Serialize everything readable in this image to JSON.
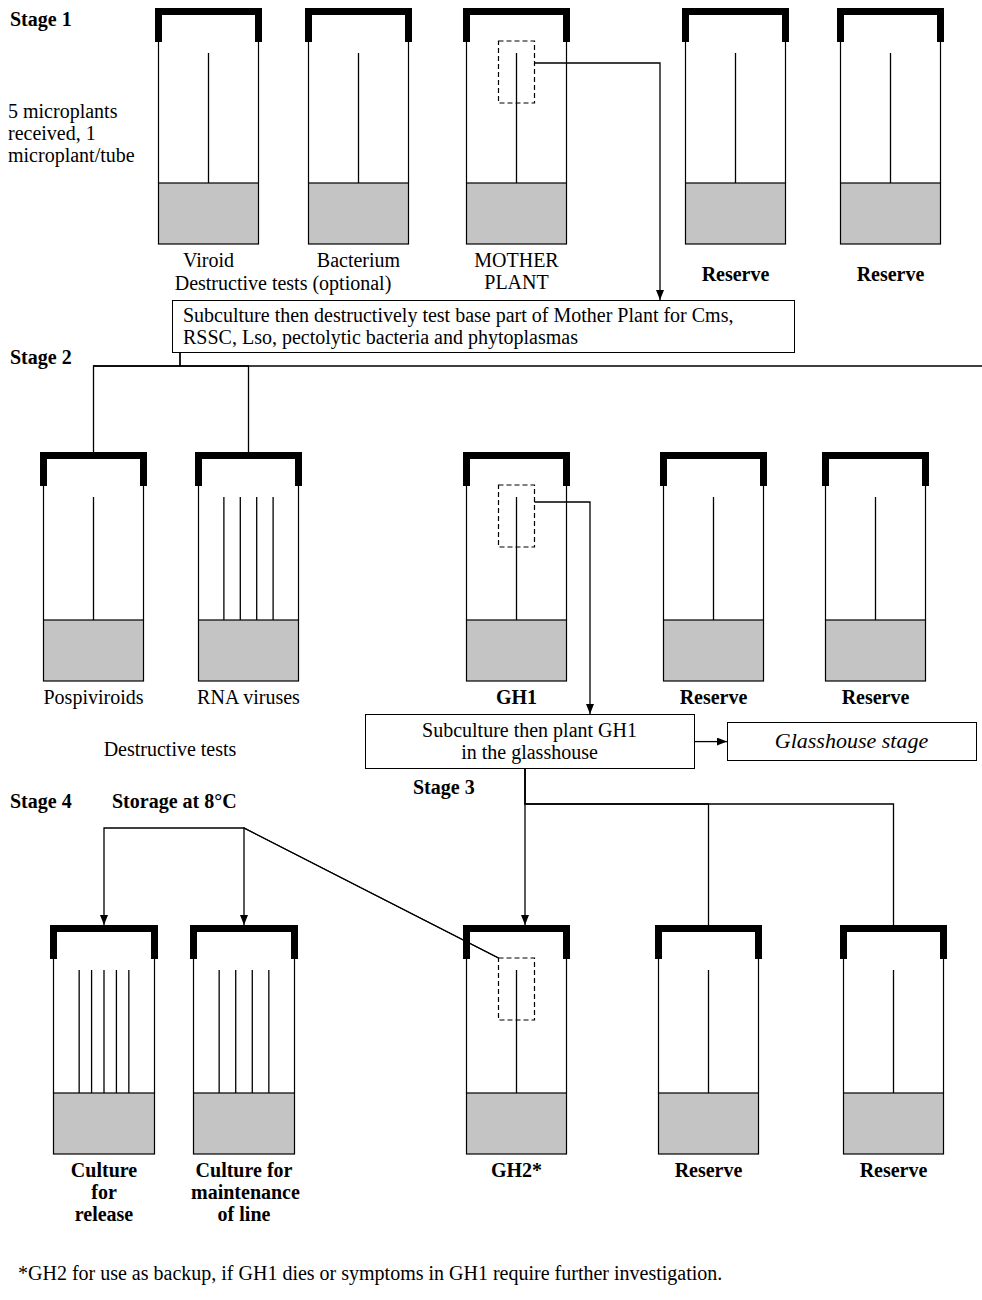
{
  "diagram": {
    "caption": "*GH2 for use as backup, if GH1 dies or symptoms in GH1 require further investigation.",
    "nodes": [
      {
        "text": [
          "Viroid"
        ]
      },
      {
        "text": [
          "Bacterium"
        ]
      },
      {
        "text": [
          "MOTHER PLANT"
        ]
      },
      {
        "text": [
          "Reserve"
        ]
      },
      {
        "text": [
          "Reserve"
        ]
      },
      {
        "text": [
          "Subculture then destructively test base part of Mother Plant for Cms, RSSC, Lso, pectolytic bacteria and phytoplasmas"
        ]
      },
      {
        "text": [
          "Pospiviroids"
        ]
      },
      {
        "text": [
          "RNA viruses"
        ]
      },
      {
        "text": [
          "GH1"
        ]
      },
      {
        "text": [
          "Reserve"
        ]
      },
      {
        "text": [
          "Reserve"
        ]
      },
      {
        "text": [
          "Subculture then plant GH1 in the glasshouse"
        ]
      },
      {
        "text": [
          "Glasshouse stage"
        ]
      },
      {
        "text": [
          "GH2*"
        ]
      },
      {
        "text": [
          "Reserve"
        ]
      },
      {
        "text": [
          "Reserve"
        ]
      },
      {
        "text": [
          "Culture for release"
        ]
      },
      {
        "text": [
          "Culture for maintenance of line"
        ]
      }
    ],
    "edges": [
      {
        "from": 2,
        "to": 5,
        "arrow": "to"
      },
      {
        "from": 5,
        "to": 6,
        "arrow": "none"
      },
      {
        "from": 5,
        "to": 7,
        "arrow": "none"
      },
      {
        "from": 8,
        "to": 11,
        "arrow": "to"
      },
      {
        "from": 11,
        "to": 12,
        "arrow": "to"
      },
      {
        "from": 11,
        "to": 13,
        "arrow": "to"
      },
      {
        "from": 11,
        "to": 14,
        "arrow": "none"
      },
      {
        "from": 11,
        "to": 15,
        "arrow": "none"
      },
      {
        "from": 13,
        "to": 16,
        "arrow": "to"
      },
      {
        "from": 13,
        "to": 17,
        "arrow": "to"
      }
    ],
    "labels": [
      "Stage 1",
      "5 microplants received, 1 microplant/tube",
      "Destructive tests (optional)",
      "Stage 2",
      "Destructive tests",
      "Stage 3",
      "Stage 4",
      "Storage at 8°C"
    ]
  }
}
